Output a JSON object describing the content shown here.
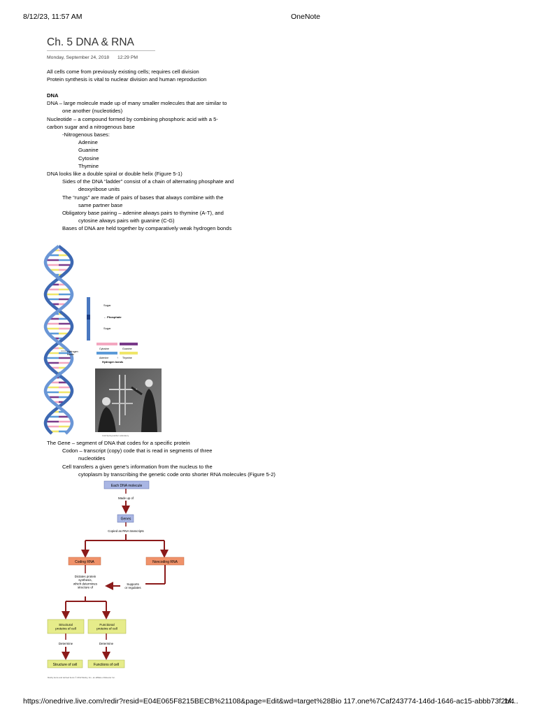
{
  "header": {
    "datetime": "8/12/23, 11:57 AM",
    "app": "OneNote"
  },
  "page": {
    "title": "Ch. 5 DNA & RNA",
    "date": "Monday, September 24, 2018",
    "time": "12:29 PM"
  },
  "intro": [
    "All cells come from previously existing cells; requires cell division",
    "Protein synthesis is vital to nuclear division and human reproduction"
  ],
  "section1": {
    "heading": "DNA",
    "lines": [
      {
        "t": "DNA – large molecule made up of many smaller molecules that are similar to",
        "i": 0
      },
      {
        "t": "one another (nucleotides)",
        "i": 1
      },
      {
        "t": "Nucleotide – a compound formed by combining phosphoric acid with a 5-",
        "i": 0
      },
      {
        "t": "carbon sugar and a nitrogenous base",
        "i": 0
      },
      {
        "t": "-Nitrogenous bases:",
        "i": 1
      },
      {
        "t": "Adenine",
        "i": 2
      },
      {
        "t": "Guanine",
        "i": 2
      },
      {
        "t": "Cytosine",
        "i": 2
      },
      {
        "t": "Thymine",
        "i": 2
      },
      {
        "t": "DNA looks like a double spiral or double helix (Figure 5-1)",
        "i": 0
      },
      {
        "t": "Sides of the DNA “ladder” consist of a chain of alternating phosphate and",
        "i": 1
      },
      {
        "t": "deoxyribose units",
        "i": 2
      },
      {
        "t": "The “rungs” are made of pairs of bases that always combine with the",
        "i": 1
      },
      {
        "t": "same partner base",
        "i": 2
      },
      {
        "t": "Obligatory base pairing – adenine always pairs to thymine (A-T), and",
        "i": 1
      },
      {
        "t": "cytosine always pairs with guanine (C-G)",
        "i": 2
      },
      {
        "t": "Bases of DNA are held together by comparatively weak hydrogen bonds",
        "i": 1
      }
    ]
  },
  "figure1": {
    "sugar_top": "Sugar",
    "phosphate": "Phosphate",
    "sugar_bottom": "Sugar",
    "cytosine": "Cytosine",
    "guanine": "Guanine",
    "adenine": "Adenine",
    "thymine": "Thymine",
    "hydrogen_bonds": "Hydrogen bonds",
    "hbonds_callout_1": "Hydrogen",
    "hbonds_callout_2": "bonds",
    "photo_credit": "Cold Spring Harbor Laboratory"
  },
  "section2": {
    "lines": [
      {
        "t": "The Gene – segment of DNA that codes for a specific protein",
        "i": 0
      },
      {
        "t": "Codon – transcript (copy) code that is read in segments of three",
        "i": 1
      },
      {
        "t": "nucleotides",
        "i": 2
      },
      {
        "t": "Cell transfers a given gene’s information from the nucleus to the",
        "i": 1
      },
      {
        "t": "cytoplasm by transcribing the genetic code onto shorter RNA molecules (Figure 5-2)",
        "i": 2
      }
    ]
  },
  "flowchart": {
    "each_dna": "Each DNA molecule",
    "made_up_of": "Made up of",
    "genes": "Genes",
    "copied": "Copied as RNA transcripts",
    "coding_rna": "Coding RNA",
    "noncoding_rna": "Noncoding RNA",
    "dictates": [
      "Dictates protein",
      "synthesis,",
      "which determines",
      "structure of"
    ],
    "supports": [
      "Supports",
      "or regulates"
    ],
    "structural": [
      "Structural",
      "proteins of cell"
    ],
    "functional": [
      "Functional",
      "proteins of cell"
    ],
    "determine_left": "Determine",
    "determine_right": "Determine",
    "structure_of_cell": "Structure of cell",
    "functions_of_cell": "Functions of cell",
    "credit": "Mosby items and derived items © 2012 Mosby, Inc., an affiliate of Elsevier Inc."
  },
  "footer": {
    "url": "https://onedrive.live.com/redir?resid=E04E065F8215BECB%21108&page=Edit&wd=target%28Bio 117.one%7Caf243774-146d-1646-ac15-abbb73f2bf…",
    "page_num": "1/4"
  },
  "colors": {
    "helix_blue": "#4a78c0",
    "arrow_red": "#8b1a1a",
    "coding_orange": "#f0926a",
    "protein_yellow": "#e6ec8a",
    "genes_blue": "#a9b6e4"
  }
}
